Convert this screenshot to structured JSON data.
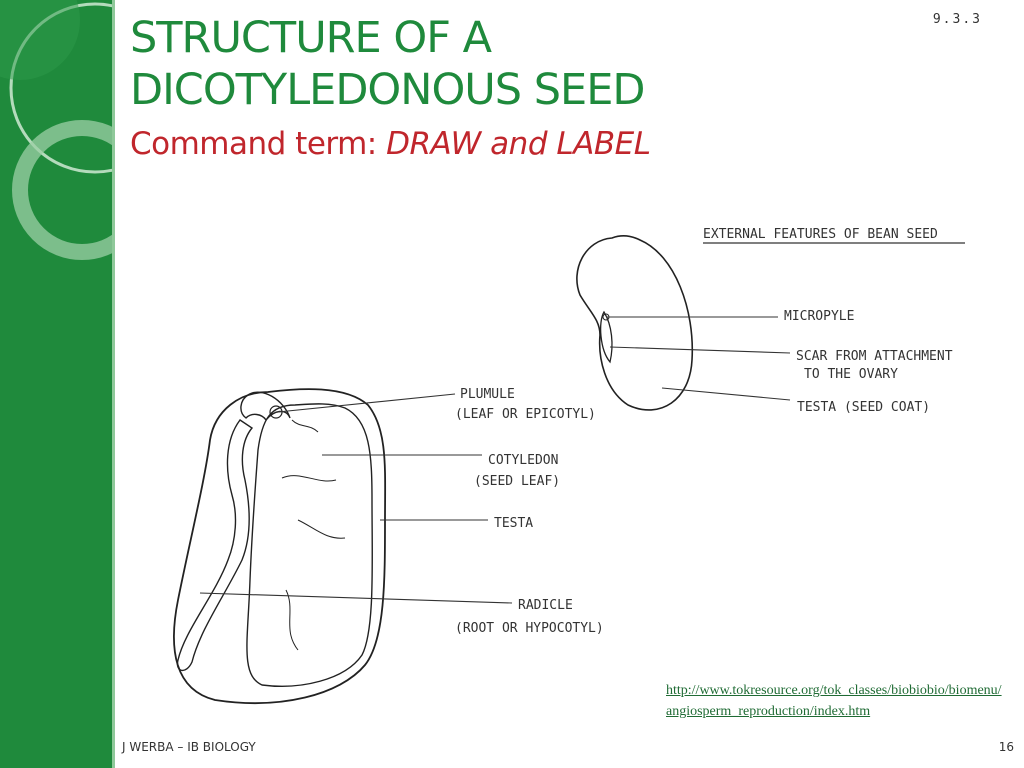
{
  "slide": {
    "section_number": "9.3.3",
    "title_line1": "STRUCTURE OF A",
    "title_line2": "DICOTYLEDONOUS SEED",
    "subtitle_prefix": "Command term: ",
    "subtitle_emphasis": "DRAW and LABEL",
    "page_number": "16"
  },
  "external_diagram": {
    "heading": "EXTERNAL FEATURES OF BEAN SEED",
    "labels": {
      "micropyle": "MICROPYLE",
      "scar_line1": "SCAR FROM ATTACHMENT",
      "scar_line2": "TO THE OVARY",
      "testa": "TESTA (SEED COAT)"
    }
  },
  "internal_diagram": {
    "labels": {
      "plumule_line1": "PLUMULE",
      "plumule_line2": "(LEAF OR EPICOTYL)",
      "cotyledon_line1": "COTYLEDON",
      "cotyledon_line2": "(SEED LEAF)",
      "testa": "TESTA",
      "radicle_line1": "RADICLE",
      "radicle_line2": "(ROOT OR HYPOCOTYL)"
    }
  },
  "source": {
    "url": "http://www.tokresource.org/tok_classes/biobiobio/biomenu/angiosperm_reproduction/index.htm"
  },
  "footer": {
    "author": "J WERBA – IB BIOLOGY"
  },
  "colors": {
    "sidebar_green": "#1f8a3c",
    "title_green": "#1f8a3c",
    "subtitle_red": "#c0262c"
  }
}
